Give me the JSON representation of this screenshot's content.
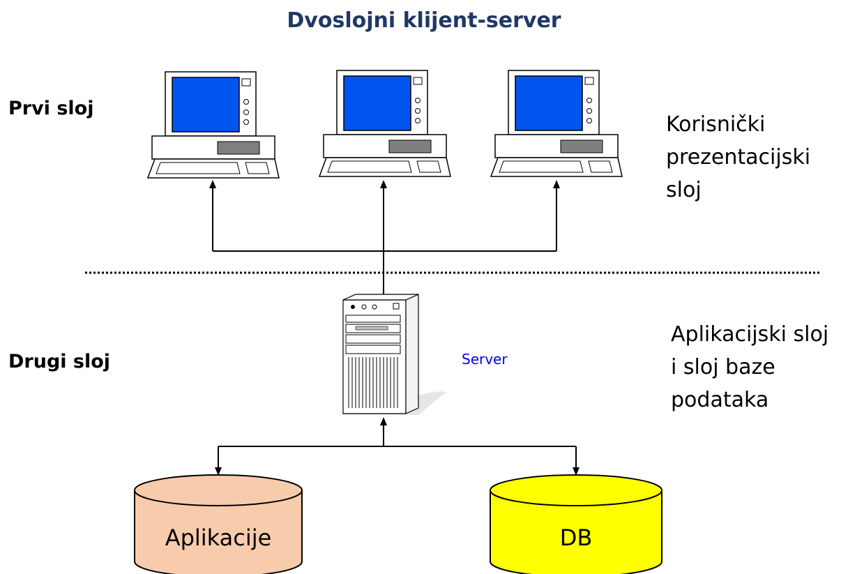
{
  "title": "Dvoslojni klijent-server",
  "layer1": {
    "label": "Prvi sloj",
    "description": [
      "Korisnički",
      "prezentacijski",
      "sloj"
    ]
  },
  "layer2": {
    "label": "Drugi sloj",
    "description": [
      "Aplikacijski sloj",
      "i sloj baze",
      "podataka"
    ]
  },
  "server": {
    "label": "Server"
  },
  "databases": [
    {
      "label": "Aplikacije",
      "color": "#f8cbad"
    },
    {
      "label": "DB",
      "color": "#ffff00"
    }
  ],
  "colors": {
    "title": "#1f3864",
    "screen": "#0055ee",
    "server_label": "#0000ee"
  },
  "icons": [
    "client-computer-icon",
    "server-tower-icon",
    "database-cylinder-icon"
  ]
}
